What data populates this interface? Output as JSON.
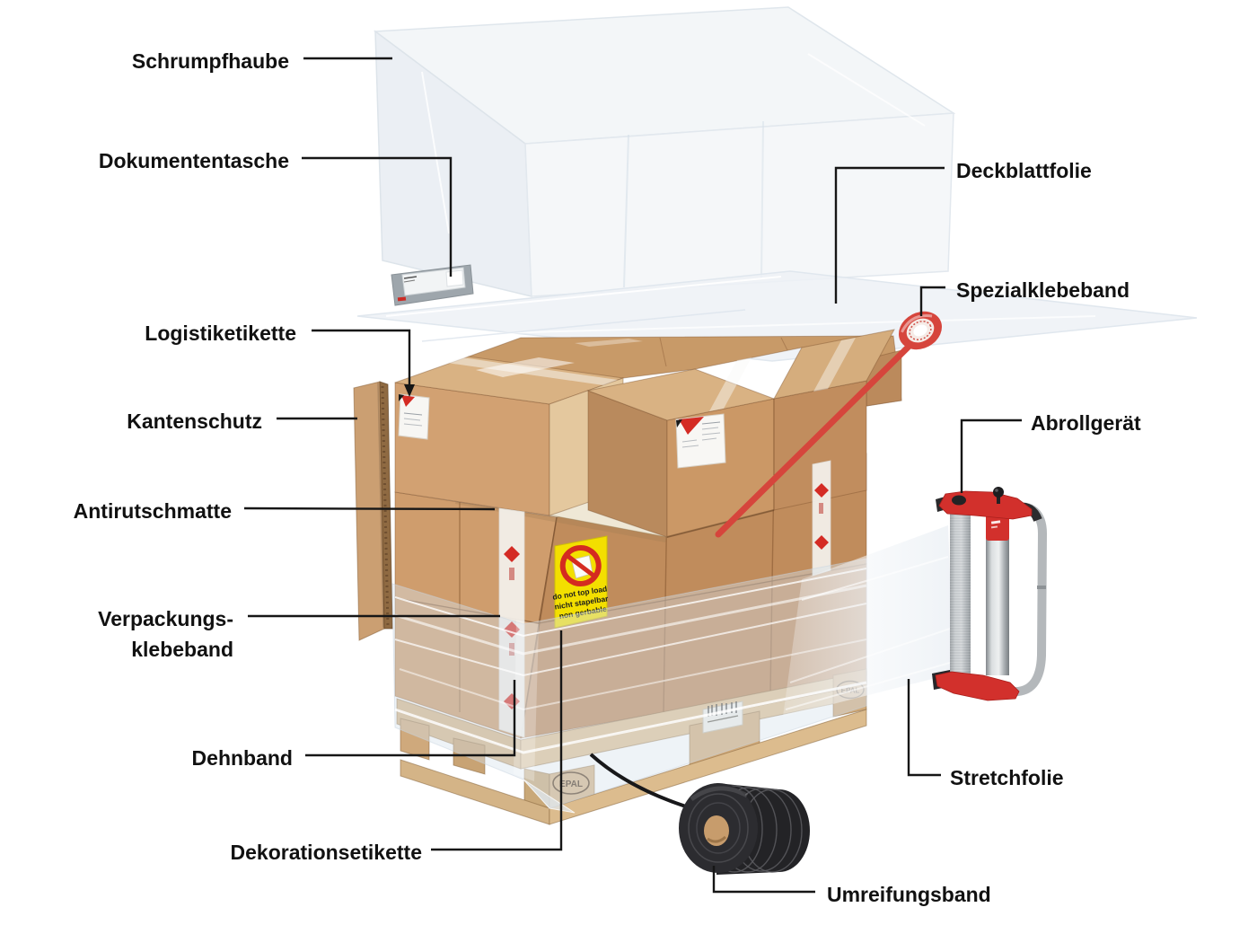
{
  "callouts": [
    {
      "id": "schrumpfhaube",
      "text": "Schrumpfhaube"
    },
    {
      "id": "dokumententasche",
      "text": "Dokumententasche"
    },
    {
      "id": "logistiketikette",
      "text": "Logistiketikette"
    },
    {
      "id": "kantenschutz",
      "text": "Kantenschutz"
    },
    {
      "id": "antirutschmatte",
      "text": "Antirutschmatte"
    },
    {
      "id": "verpackungsklebeband",
      "text": "Verpackungs-",
      "text2": "klebeband"
    },
    {
      "id": "dehnband",
      "text": "Dehnband"
    },
    {
      "id": "dekorationsetikette",
      "text": "Dekorationsetikette"
    },
    {
      "id": "deckblattfolie",
      "text": "Deckblattfolie"
    },
    {
      "id": "spezialklebeband",
      "text": "Spezialklebeband"
    },
    {
      "id": "abrollgeraet",
      "text": "Abrollgerät"
    },
    {
      "id": "stretchfolie",
      "text": "Stretchfolie"
    },
    {
      "id": "umreifungsband",
      "text": "Umreifungsband"
    }
  ],
  "scene": {
    "pallet_brand": "EPAL",
    "warning_label_lines": [
      "do not top load",
      "nicht stapelbar",
      "non gerbable"
    ],
    "colors": {
      "cardboard": "#cf9d6d",
      "cardboard_shade": "#c08c5c",
      "cardboard_top": "#d9b283",
      "wood": "#dcbd90",
      "warning_yellow": "#f3df00",
      "tape_red": "#d6453c",
      "device_red": "#d2302c",
      "strap_black": "#232326"
    }
  }
}
